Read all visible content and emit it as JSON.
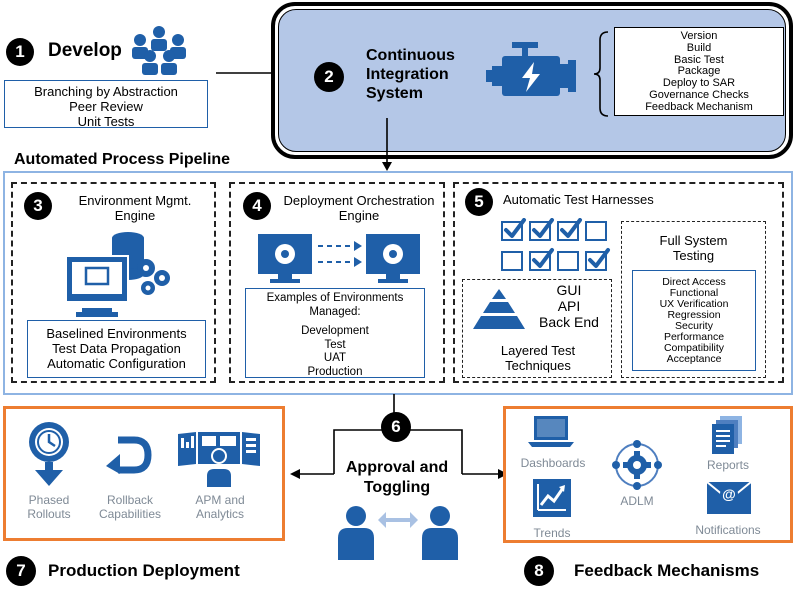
{
  "develop": {
    "number": "1",
    "title": "Develop",
    "items": [
      "Branching by Abstraction",
      "Peer Review",
      "Unit Tests"
    ]
  },
  "ci": {
    "number": "2",
    "title_lines": [
      "Continuous",
      "Integration",
      "System"
    ],
    "steps": [
      "Version",
      "Build",
      "Basic Test",
      "Package",
      "Deploy to SAR",
      "Governance Checks",
      "Feedback Mechanism"
    ]
  },
  "pipeline": {
    "title": "Automated Process Pipeline"
  },
  "env_mgmt": {
    "number": "3",
    "title_lines": [
      "Environment Mgmt.",
      "Engine"
    ],
    "items": [
      "Baselined Environments",
      "Test Data Propagation",
      "Automatic Configuration"
    ]
  },
  "deploy_orch": {
    "number": "4",
    "title_lines": [
      "Deployment Orchestration",
      "Engine"
    ],
    "examples_title_lines": [
      "Examples of Environments",
      "Managed:"
    ],
    "environments": [
      "Development",
      "Test",
      "UAT",
      "Production"
    ]
  },
  "test_harness": {
    "number": "5",
    "title": "Automatic Test Harnesses",
    "layers": [
      "GUI",
      "API",
      "Back End"
    ],
    "layered_caption_lines": [
      "Layered Test",
      "Techniques"
    ],
    "full_system_title_lines": [
      "Full System",
      "Testing"
    ],
    "full_system_items": [
      "Direct Access",
      "Functional",
      "UX Verification",
      "Regression",
      "Security",
      "Performance",
      "Compatibility",
      "Acceptance"
    ]
  },
  "approval": {
    "number": "6",
    "title_lines": [
      "Approval and",
      "Toggling"
    ]
  },
  "production": {
    "number": "7",
    "title": "Production Deployment",
    "items": [
      {
        "label_lines": [
          "Phased",
          "Rollouts"
        ],
        "icon": "clock-pin-icon"
      },
      {
        "label_lines": [
          "Rollback",
          "Capabilities"
        ],
        "icon": "rollback-arrow-icon"
      },
      {
        "label_lines": [
          "APM and",
          "Analytics"
        ],
        "icon": "analytics-dashboard-icon"
      }
    ]
  },
  "feedback": {
    "number": "8",
    "title": "Feedback Mechanisms",
    "items": [
      "Dashboards",
      "Reports",
      "ADLM",
      "Trends",
      "Notifications"
    ]
  },
  "colors": {
    "accent_blue": "#1f5fa8",
    "ci_fill": "#b4c7e7",
    "orange": "#ed7d31",
    "pipeline_border": "#8eb4e3",
    "gray_text": "#7f8a96"
  }
}
